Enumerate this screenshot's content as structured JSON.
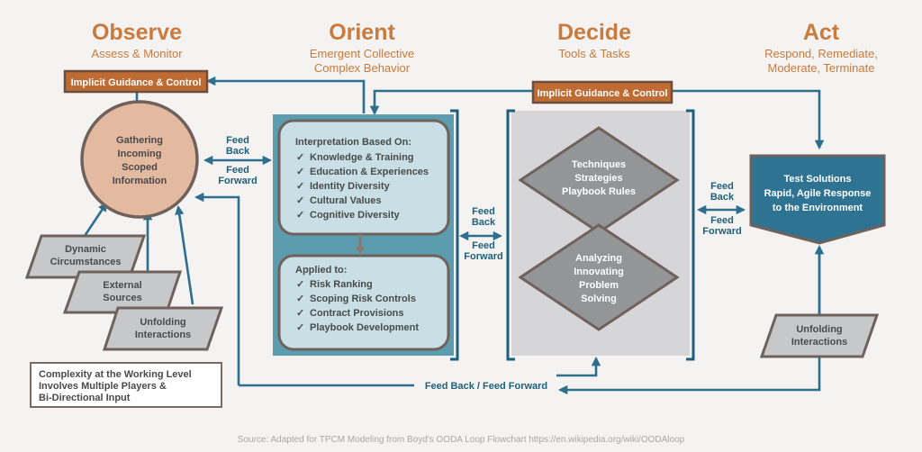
{
  "phases": {
    "observe": {
      "title": "Observe",
      "subtitle": "Assess & Monitor"
    },
    "orient": {
      "title": "Orient",
      "subtitle_1": "Emergent Collective",
      "subtitle_2": "Complex Behavior"
    },
    "decide": {
      "title": "Decide",
      "subtitle": "Tools & Tasks"
    },
    "act": {
      "title": "Act",
      "subtitle_1": "Respond, Remediate,",
      "subtitle_2": "Moderate, Terminate"
    }
  },
  "guidance_left": "Implicit Guidance & Control",
  "guidance_right": "Implicit Guidance & Control",
  "observe_circle": [
    "Gathering",
    "Incoming",
    "Scoped",
    "Information"
  ],
  "inputs": {
    "dynamic": [
      "Dynamic",
      "Circumstances"
    ],
    "external": [
      "External",
      "Sources"
    ],
    "unfolding": [
      "Unfolding",
      "Interactions"
    ]
  },
  "complexity_note": [
    "Complexity at the Working Level",
    "Involves Multiple Players &",
    "Bi-Directional Input"
  ],
  "feed": {
    "back": "Feed",
    "back2": "Back",
    "forward": "Feed",
    "forward2": "Forward"
  },
  "interpretation": {
    "heading": "Interpretation Based On:",
    "items": [
      "Knowledge & Training",
      "Education & Experiences",
      "Identity Diversity",
      "Cultural Values",
      "Cognitive Diversity"
    ]
  },
  "applied": {
    "heading": "Applied to:",
    "items": [
      "Risk Ranking",
      "Scoping Risk Controls",
      "Contract Provisions",
      "Playbook Development"
    ]
  },
  "check_glyph": "✓",
  "decide_top": [
    "Techniques",
    "Strategies",
    "Playbook Rules"
  ],
  "decide_bottom": [
    "Analyzing",
    "Innovating",
    "Problem",
    "Solving"
  ],
  "act_box": [
    "Test Solutions",
    "Rapid, Agile Response",
    "to the Environment"
  ],
  "act_unfolding": [
    "Unfolding",
    "Interactions"
  ],
  "bottom_feed": "Feed  Back / Feed Forward",
  "source": "Source: Adapted for TPCM Modeling from Boyd's OODA Loop Flowchart https://en.wikipedia.org/wiki/OODAloop",
  "colors": {
    "accent": "#c97a3c",
    "teal": "#2d6f8c",
    "circle": "#e3b9a0",
    "gray": "#c7c8ca",
    "panel": "#5b9cae",
    "box": "#2e7391"
  }
}
